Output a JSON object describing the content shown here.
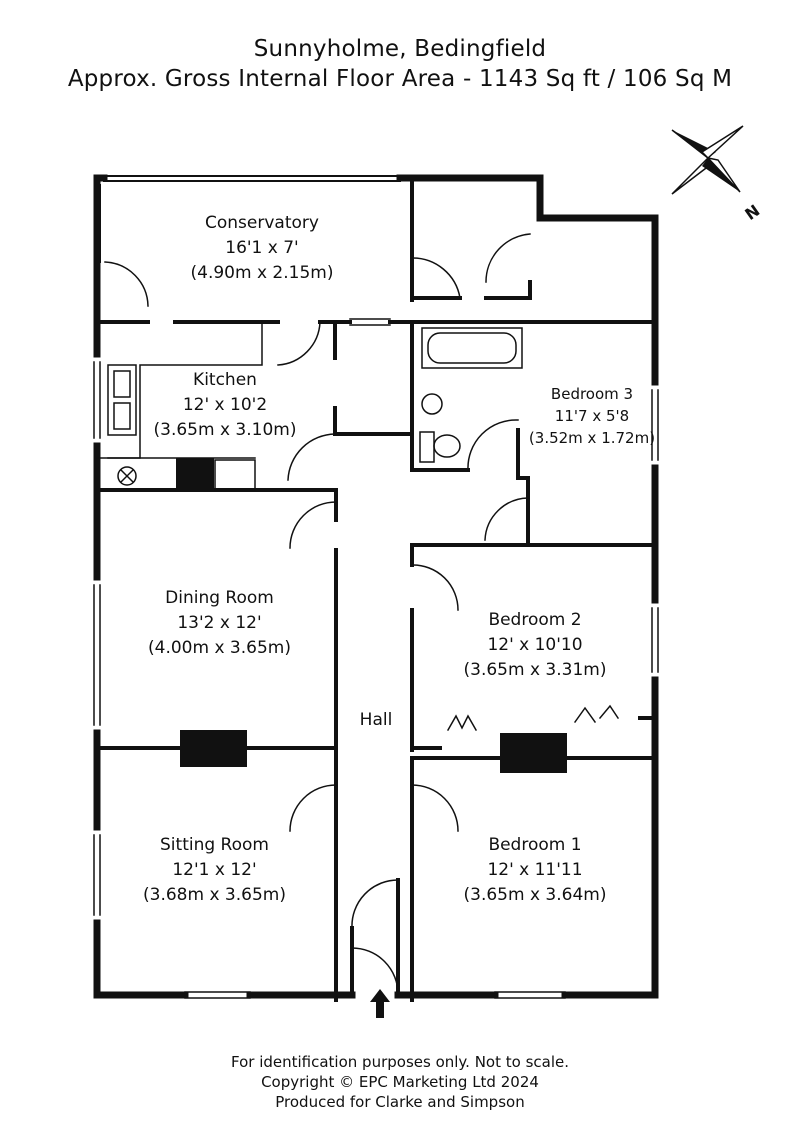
{
  "header": {
    "property_name": "Sunnyholme, Bedingfield",
    "floor_area": "Approx. Gross Internal Floor Area - 1143 Sq ft / 106 Sq M"
  },
  "compass": {
    "label": "N"
  },
  "rooms": {
    "conservatory": {
      "name": "Conservatory",
      "imperial": "16'1 x 7'",
      "metric": "(4.90m x 2.15m)"
    },
    "kitchen": {
      "name": "Kitchen",
      "imperial": "12' x 10'2",
      "metric": "(3.65m x 3.10m)"
    },
    "bedroom3": {
      "name": "Bedroom 3",
      "imperial": "11'7 x 5'8",
      "metric": "(3.52m x 1.72m)"
    },
    "dining": {
      "name": "Dining Room",
      "imperial": "13'2 x 12'",
      "metric": "(4.00m x 3.65m)"
    },
    "bedroom2": {
      "name": "Bedroom 2",
      "imperial": "12' x 10'10",
      "metric": "(3.65m x 3.31m)"
    },
    "hall": {
      "name": "Hall"
    },
    "sitting": {
      "name": "Sitting Room",
      "imperial": "12'1 x 12'",
      "metric": "(3.68m x 3.65m)"
    },
    "bedroom1": {
      "name": "Bedroom 1",
      "imperial": "12' x 11'11",
      "metric": "(3.65m x 3.64m)"
    }
  },
  "footer": {
    "line1": "For identification purposes only. Not to scale.",
    "line2": "Copyright © EPC Marketing Ltd 2024",
    "line3": "Produced for Clarke and Simpson"
  }
}
